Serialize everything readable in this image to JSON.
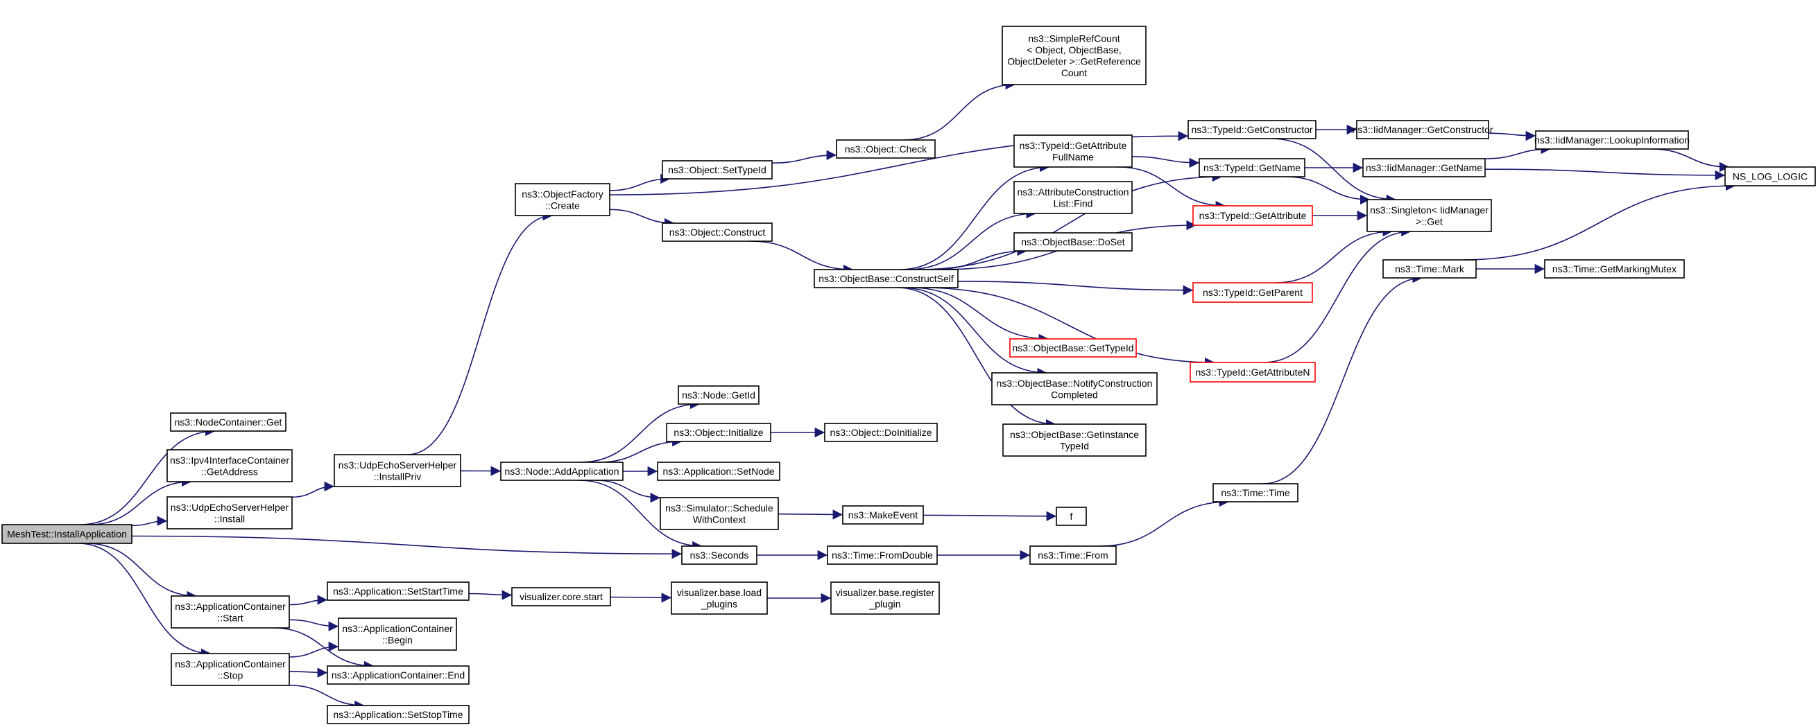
{
  "colors": {
    "edge": "#191970",
    "root_fill": "#bfbfbf",
    "truncated_border": "#ff0000",
    "node_border": "#000000"
  },
  "nodes": {
    "root": [
      "MeshTest::InstallApplication"
    ],
    "nodecontainer_get": [
      "ns3::NodeContainer::Get"
    ],
    "ipv4_getaddress": [
      "ns3::Ipv4InterfaceContainer",
      "::GetAddress"
    ],
    "udpecho_install": [
      "ns3::UdpEchoServerHelper",
      "::Install"
    ],
    "udpecho_installpriv": [
      "ns3::UdpEchoServerHelper",
      "::InstallPriv"
    ],
    "objfactory_create": [
      "ns3::ObjectFactory",
      "::Create"
    ],
    "object_settypeid": [
      "ns3::Object::SetTypeId"
    ],
    "object_construct": [
      "ns3::Object::Construct"
    ],
    "object_check": [
      "ns3::Object::Check"
    ],
    "simplerefcount": [
      "ns3::SimpleRefCount",
      "< Object, ObjectBase,",
      "ObjectDeleter >::GetReference",
      "Count"
    ],
    "objectbase_constructself": [
      "ns3::ObjectBase::ConstructSelf"
    ],
    "typeid_getattributefullname": [
      "ns3::TypeId::GetAttribute",
      "FullName"
    ],
    "attrconstruction_find": [
      "ns3::AttributeConstruction",
      "List::Find"
    ],
    "objectbase_doset": [
      "ns3::ObjectBase::DoSet"
    ],
    "objectbase_gettypeid": [
      "ns3::ObjectBase::GetTypeId"
    ],
    "objectbase_notify": [
      "ns3::ObjectBase::NotifyConstruction",
      "Completed"
    ],
    "objectbase_getinstance": [
      "ns3::ObjectBase::GetInstance",
      "TypeId"
    ],
    "typeid_getconstructor": [
      "ns3::TypeId::GetConstructor"
    ],
    "typeid_getname": [
      "ns3::TypeId::GetName"
    ],
    "typeid_getattribute": [
      "ns3::TypeId::GetAttribute"
    ],
    "typeid_getparent": [
      "ns3::TypeId::GetParent"
    ],
    "typeid_getattributen": [
      "ns3::TypeId::GetAttributeN"
    ],
    "iidmanager_getconstructor": [
      "ns3::IidManager::GetConstructor"
    ],
    "iidmanager_getname": [
      "ns3::IidManager::GetName"
    ],
    "iidmanager_lookup": [
      "ns3::IidManager::LookupInformation"
    ],
    "singleton_get": [
      "ns3::Singleton< IidManager",
      ">::Get"
    ],
    "ns_log_logic": [
      "NS_LOG_LOGIC"
    ],
    "time_mark": [
      "ns3::Time::Mark"
    ],
    "time_getmarkingmutex": [
      "ns3::Time::GetMarkingMutex"
    ],
    "node_addapplication": [
      "ns3::Node::AddApplication"
    ],
    "node_getid": [
      "ns3::Node::GetId"
    ],
    "object_initialize": [
      "ns3::Object::Initialize"
    ],
    "object_doinitialize": [
      "ns3::Object::DoInitialize"
    ],
    "application_setnode": [
      "ns3::Application::SetNode"
    ],
    "simulator_schedule": [
      "ns3::Simulator::Schedule",
      "WithContext"
    ],
    "makeevent": [
      "ns3::MakeEvent"
    ],
    "f": [
      "f"
    ],
    "seconds": [
      "ns3::Seconds"
    ],
    "time_fromdouble": [
      "ns3::Time::FromDouble"
    ],
    "time_from": [
      "ns3::Time::From"
    ],
    "time_time": [
      "ns3::Time::Time"
    ],
    "appcontainer_start": [
      "ns3::ApplicationContainer",
      "::Start"
    ],
    "appcontainer_stop": [
      "ns3::ApplicationContainer",
      "::Stop"
    ],
    "app_setstarttime": [
      "ns3::Application::SetStartTime"
    ],
    "appcontainer_begin": [
      "ns3::ApplicationContainer",
      "::Begin"
    ],
    "appcontainer_end": [
      "ns3::ApplicationContainer::End"
    ],
    "app_setstoptime": [
      "ns3::Application::SetStopTime"
    ],
    "viz_core_start": [
      "visualizer.core.start"
    ],
    "viz_base_load": [
      "visualizer.base.load",
      "_plugins"
    ],
    "viz_base_register": [
      "visualizer.base.register",
      "_plugin"
    ]
  },
  "edges": [
    [
      "root",
      "nodecontainer_get"
    ],
    [
      "root",
      "ipv4_getaddress"
    ],
    [
      "root",
      "udpecho_install"
    ],
    [
      "root",
      "seconds"
    ],
    [
      "root",
      "appcontainer_start"
    ],
    [
      "root",
      "appcontainer_stop"
    ],
    [
      "udpecho_install",
      "udpecho_installpriv"
    ],
    [
      "udpecho_installpriv",
      "objfactory_create"
    ],
    [
      "udpecho_installpriv",
      "node_addapplication"
    ],
    [
      "objfactory_create",
      "object_settypeid"
    ],
    [
      "objfactory_create",
      "object_construct"
    ],
    [
      "objfactory_create",
      "typeid_getconstructor"
    ],
    [
      "object_settypeid",
      "object_check"
    ],
    [
      "object_check",
      "simplerefcount"
    ],
    [
      "object_construct",
      "objectbase_constructself"
    ],
    [
      "objectbase_constructself",
      "typeid_getattributefullname"
    ],
    [
      "objectbase_constructself",
      "attrconstruction_find"
    ],
    [
      "objectbase_constructself",
      "objectbase_doset"
    ],
    [
      "objectbase_constructself",
      "typeid_getattribute"
    ],
    [
      "objectbase_constructself",
      "typeid_getparent"
    ],
    [
      "objectbase_constructself",
      "objectbase_gettypeid"
    ],
    [
      "objectbase_constructself",
      "objectbase_notify"
    ],
    [
      "objectbase_constructself",
      "objectbase_getinstance"
    ],
    [
      "objectbase_constructself",
      "typeid_getname"
    ],
    [
      "objectbase_constructself",
      "typeid_getattributen"
    ],
    [
      "typeid_getattributefullname",
      "typeid_getname"
    ],
    [
      "typeid_getattributefullname",
      "typeid_getattribute"
    ],
    [
      "typeid_getconstructor",
      "iidmanager_getconstructor"
    ],
    [
      "typeid_getconstructor",
      "singleton_get"
    ],
    [
      "typeid_getname",
      "iidmanager_getname"
    ],
    [
      "typeid_getname",
      "singleton_get"
    ],
    [
      "typeid_getattribute",
      "singleton_get"
    ],
    [
      "typeid_getparent",
      "singleton_get"
    ],
    [
      "typeid_getattributen",
      "singleton_get"
    ],
    [
      "iidmanager_getconstructor",
      "iidmanager_lookup"
    ],
    [
      "iidmanager_getname",
      "iidmanager_lookup"
    ],
    [
      "iidmanager_getname",
      "ns_log_logic"
    ],
    [
      "iidmanager_lookup",
      "ns_log_logic"
    ],
    [
      "time_mark",
      "ns_log_logic"
    ],
    [
      "time_mark",
      "time_getmarkingmutex"
    ],
    [
      "node_addapplication",
      "node_getid"
    ],
    [
      "node_addapplication",
      "object_initialize"
    ],
    [
      "node_addapplication",
      "application_setnode"
    ],
    [
      "node_addapplication",
      "simulator_schedule"
    ],
    [
      "node_addapplication",
      "seconds"
    ],
    [
      "object_initialize",
      "object_doinitialize"
    ],
    [
      "simulator_schedule",
      "makeevent"
    ],
    [
      "makeevent",
      "f"
    ],
    [
      "seconds",
      "time_fromdouble"
    ],
    [
      "time_fromdouble",
      "time_from"
    ],
    [
      "time_from",
      "time_time"
    ],
    [
      "time_time",
      "time_mark"
    ],
    [
      "appcontainer_start",
      "app_setstarttime"
    ],
    [
      "appcontainer_start",
      "appcontainer_begin"
    ],
    [
      "appcontainer_start",
      "appcontainer_end"
    ],
    [
      "appcontainer_stop",
      "appcontainer_begin"
    ],
    [
      "appcontainer_stop",
      "appcontainer_end"
    ],
    [
      "appcontainer_stop",
      "app_setstoptime"
    ],
    [
      "app_setstarttime",
      "viz_core_start"
    ],
    [
      "viz_core_start",
      "viz_base_load"
    ],
    [
      "viz_base_load",
      "viz_base_register"
    ]
  ]
}
